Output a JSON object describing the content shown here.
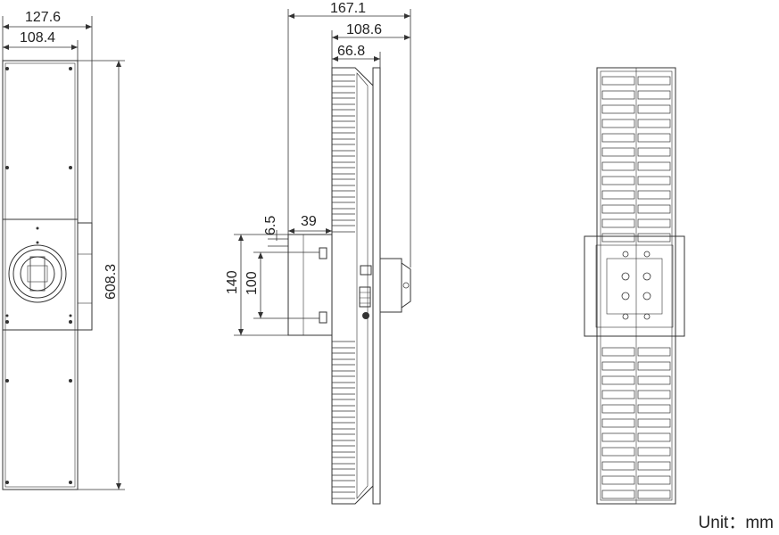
{
  "dimensions": {
    "front_outer_width": "127.6",
    "front_inner_width": "108.4",
    "front_height": "608.3",
    "side_total_depth": "167.1",
    "side_body_depth": "108.6",
    "side_fin_depth": "66.8",
    "bracket_offset": "6.5",
    "bracket_depth": "39",
    "bracket_outer_height": "140",
    "bracket_hole_spacing": "100"
  },
  "unit_label": "Unit：mm",
  "colors": {
    "line": "#333333",
    "background": "#ffffff"
  }
}
